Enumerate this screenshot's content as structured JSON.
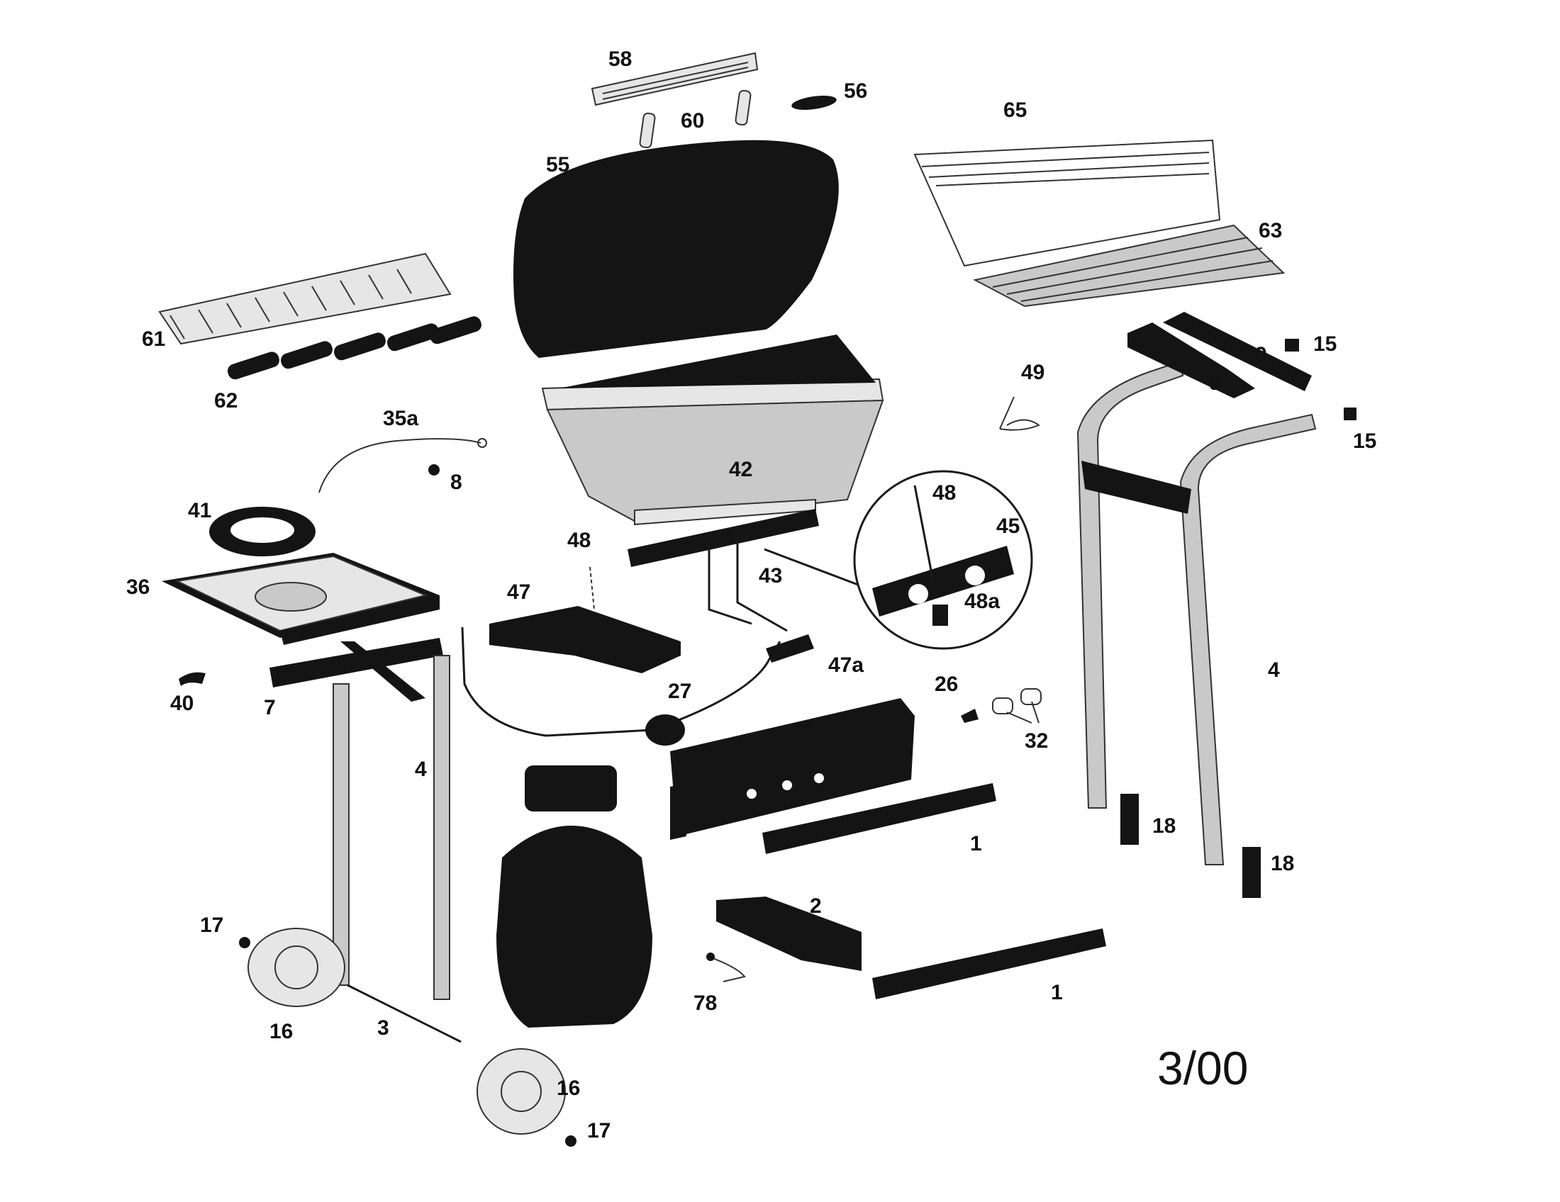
{
  "labels": {
    "l58": "58",
    "l56": "56",
    "l60": "60",
    "l55": "55",
    "l65": "65",
    "l63": "63",
    "l61": "61",
    "l62": "62",
    "l35a": "35a",
    "l8": "8",
    "l41": "41",
    "l36": "36",
    "l40": "40",
    "l7": "7",
    "l4a": "4",
    "l42": "42",
    "l48a": "48",
    "l47": "47",
    "l43": "43",
    "l47a": "47a",
    "l27": "27",
    "l48b": "48",
    "l45": "45",
    "l48c": "48a",
    "l49": "49",
    "l9a": "9",
    "l9b": "9",
    "l15a": "15",
    "l15b": "15",
    "l4b": "4",
    "l26": "26",
    "l32": "32",
    "l18a": "18",
    "l18b": "18",
    "l1a": "1",
    "l2": "2",
    "l1b": "1",
    "l78": "78",
    "l17a": "17",
    "l16a": "16",
    "l3": "3",
    "l16b": "16",
    "l17b": "17"
  },
  "date_code": "3/00"
}
